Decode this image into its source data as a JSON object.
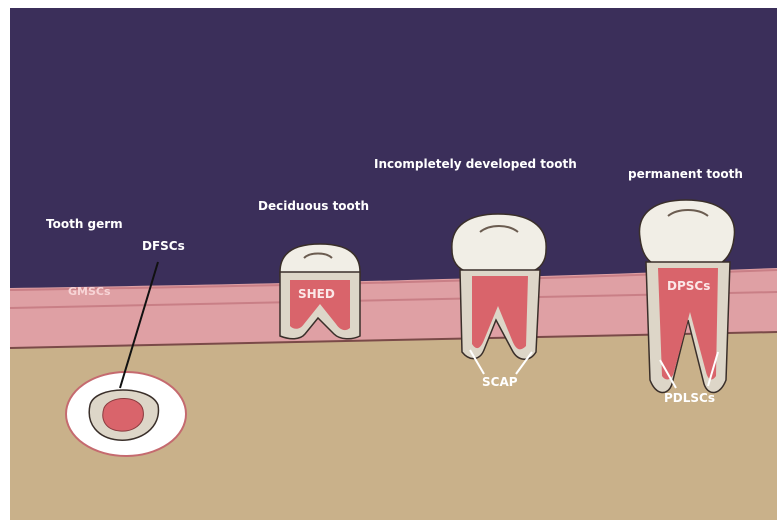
{
  "labels": {
    "tooth_germ": "Tooth germ",
    "dfscs": "DFSCs",
    "gmscs": "GMSCs",
    "deciduous_tooth": "Deciduous tooth",
    "shed": "SHED",
    "incompletely_developed_tooth": "Incompletely developed tooth",
    "scap": "SCAP",
    "permanent_tooth": "permanent tooth",
    "dpscs": "DPSCs",
    "pdlscs": "PDLSCs"
  },
  "colors": {
    "sky": "#3b2f5a",
    "gum": "#dfa0a4",
    "gum_dark": "#c97f86",
    "bone": "#c9b18a",
    "pulp": "#d9646b",
    "dentin": "#ddd6c8",
    "enamel": "#f1eee6",
    "outline": "#3a2f2a"
  }
}
